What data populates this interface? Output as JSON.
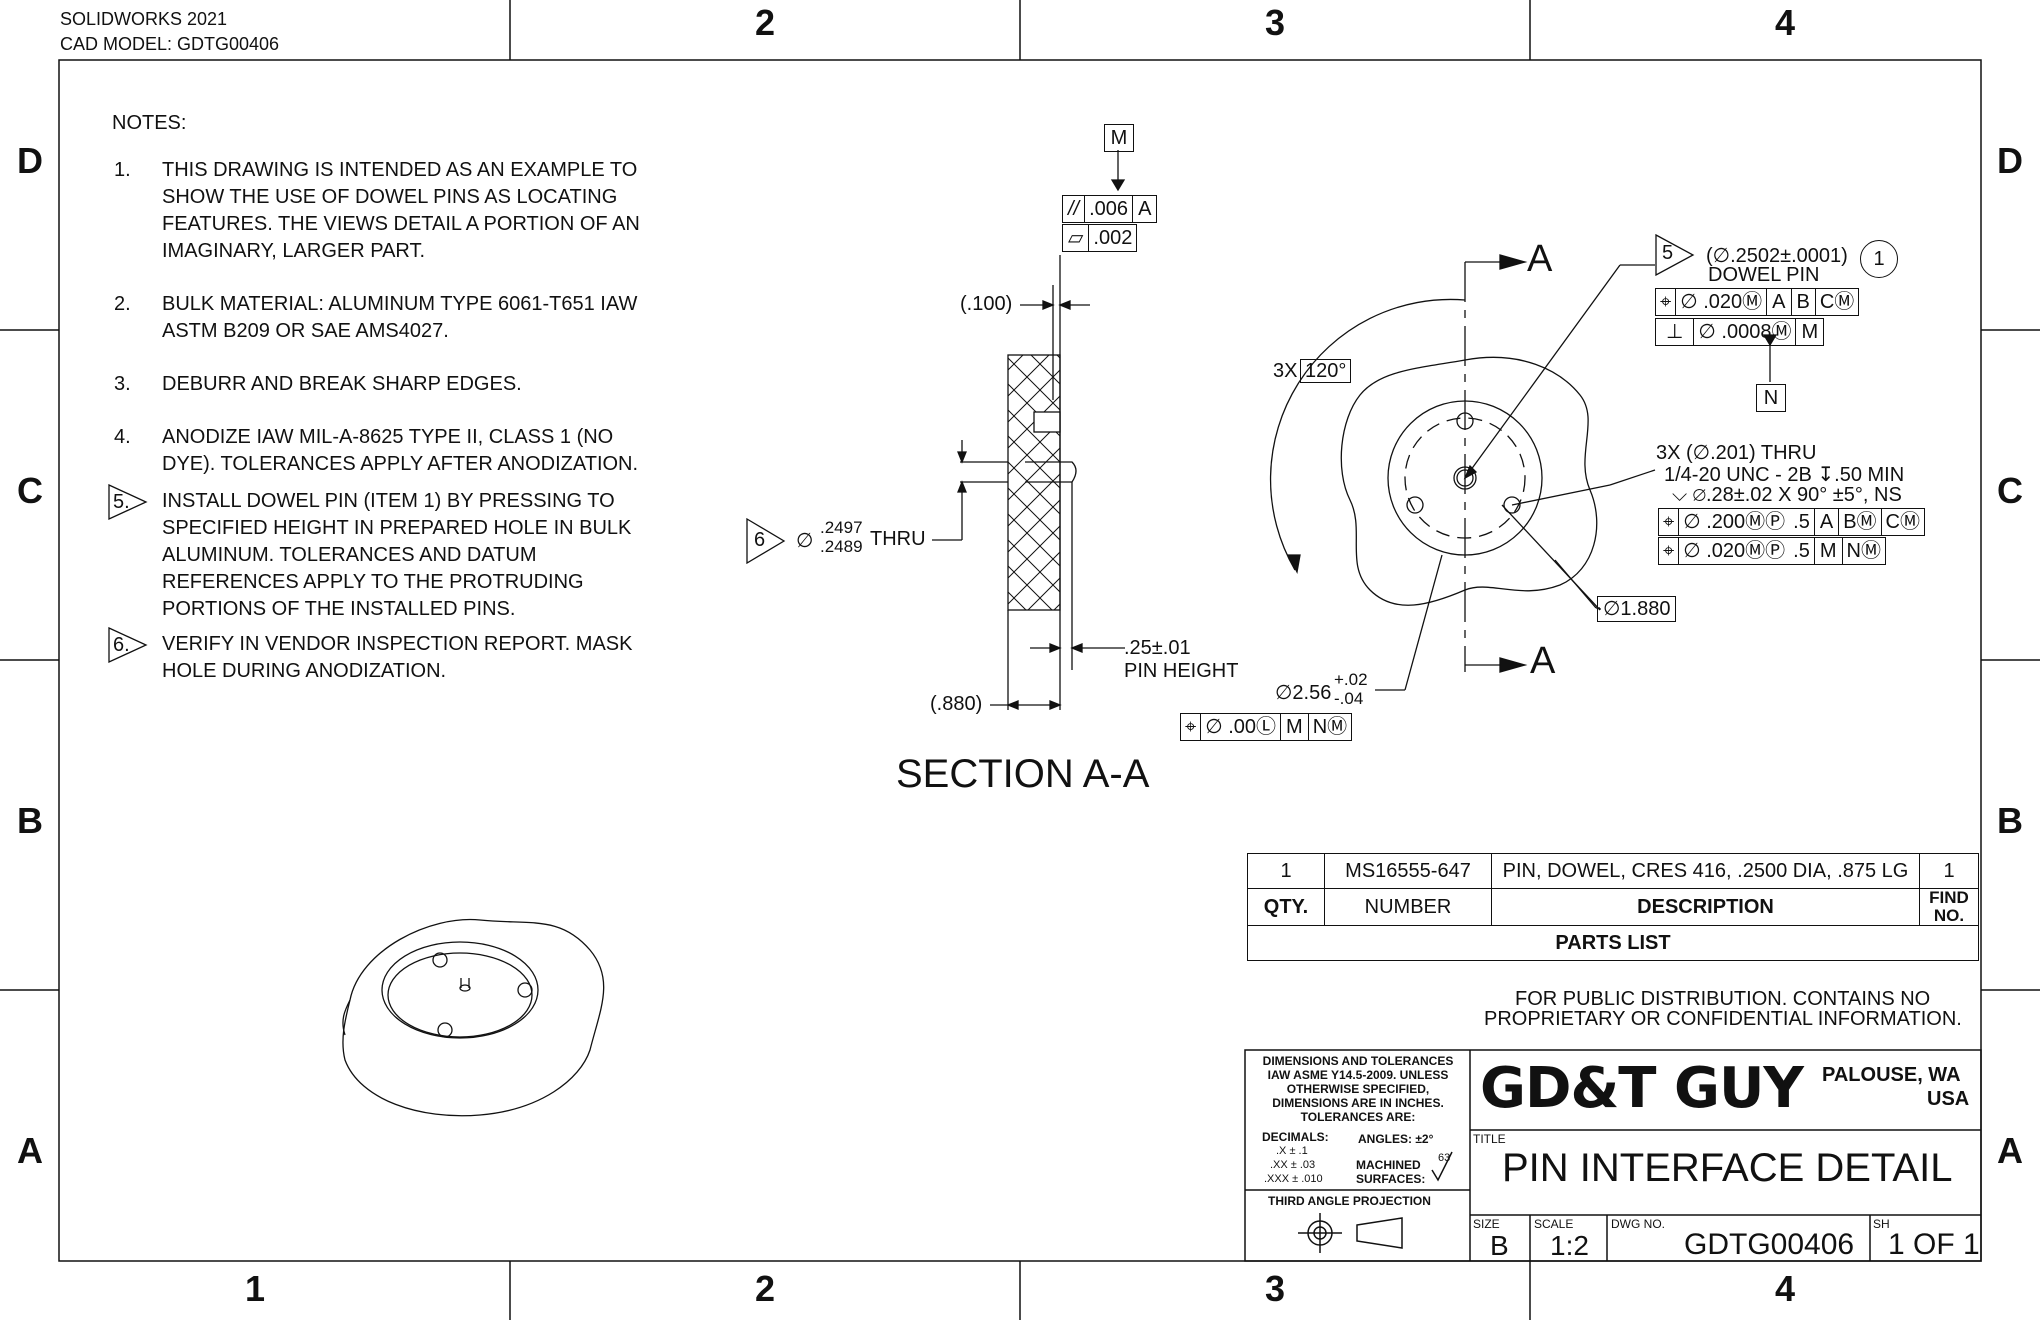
{
  "header": {
    "software": "SOLIDWORKS 2021",
    "cad_model": "CAD MODEL: GDTG00406"
  },
  "zones": {
    "columns": [
      "1",
      "2",
      "3",
      "4"
    ],
    "rows": [
      "D",
      "C",
      "B",
      "A"
    ]
  },
  "notes": {
    "title": "NOTES:",
    "items": [
      {
        "num": "1.",
        "flag": false,
        "text": "THIS DRAWING IS INTENDED AS AN EXAMPLE TO SHOW THE USE OF DOWEL PINS AS LOCATING FEATURES.  THE VIEWS DETAIL A PORTION OF AN IMAGINARY, LARGER PART."
      },
      {
        "num": "2.",
        "flag": false,
        "text": "BULK MATERIAL: ALUMINUM TYPE 6061-T651 IAW ASTM B209 OR SAE AMS4027."
      },
      {
        "num": "3.",
        "flag": false,
        "text": "DEBURR AND BREAK SHARP EDGES."
      },
      {
        "num": "4.",
        "flag": false,
        "text": "ANODIZE IAW MIL-A-8625 TYPE II, CLASS 1 (NO DYE).  TOLERANCES APPLY AFTER ANODIZATION."
      },
      {
        "num": "5.",
        "flag": true,
        "text": "INSTALL DOWEL PIN (ITEM 1) BY PRESSING TO SPECIFIED HEIGHT IN PREPARED HOLE IN BULK ALUMINUM.   TOLERANCES AND DATUM REFERENCES APPLY TO THE PROTRUDING PORTIONS OF THE INSTALLED PINS."
      },
      {
        "num": "6.",
        "flag": true,
        "text": "VERIFY IN VENDOR INSPECTION REPORT.  MASK HOLE DURING ANODIZATION."
      }
    ]
  },
  "section_view": {
    "title": "SECTION A-A",
    "datum_m": "M",
    "fcf_parallel": {
      "symbol": "//",
      "tol": ".006",
      "datum": "A"
    },
    "fcf_flatness": {
      "symbol": "▱",
      "tol": ".002"
    },
    "dim_100": "(.100)",
    "hole_flag": "6",
    "hole_diam_sym": "∅",
    "hole_upper": ".2497",
    "hole_lower": ".2489",
    "hole_thru": "THRU",
    "pin_height_val": ".25±.01",
    "pin_height_lbl": "PIN HEIGHT",
    "dim_880": "(.880)"
  },
  "top_view": {
    "section_letter": "A",
    "angle_count": "3X",
    "angle_val": "120°",
    "pin_flag": "5",
    "pin_callout": "(∅.2502±.0001)",
    "pin_name": "DOWEL PIN",
    "item_balloon": "1",
    "pin_fcf1": [
      "⌖",
      "∅ .020Ⓜ",
      "A",
      "B",
      "CⓂ"
    ],
    "pin_fcf2": [
      "⊥",
      "∅ .0008Ⓜ",
      "M"
    ],
    "datum_n": "N",
    "holes_callout_1": "3X (∅.201) THRU",
    "holes_callout_2": "1/4-20 UNC - 2B ↧.50 MIN",
    "holes_callout_3": "⌵ ∅.28±.02 X 90° ±5°, NS",
    "holes_fcf1": [
      "⌖",
      "∅ .200ⓂⓅ",
      ".5",
      "A",
      "BⓂ",
      "CⓂ"
    ],
    "holes_fcf2": [
      "⌖",
      "∅ .020ⓂⓅ",
      ".5",
      "M",
      "NⓂ"
    ],
    "bc_diam": "∅1.880",
    "bore_diam": "∅2.56",
    "bore_plus": "+.02",
    "bore_minus": "-.04",
    "bore_fcf": [
      "⌖",
      "∅ .00Ⓛ",
      "M",
      "NⓂ"
    ]
  },
  "parts_list": {
    "row": {
      "qty": "1",
      "number": "MS16555-647",
      "description": "PIN, DOWEL, CRES 416, .2500 DIA, .875 LG",
      "find": "1"
    },
    "headers": {
      "qty": "QTY.",
      "number": "NUMBER",
      "description": "DESCRIPTION",
      "find1": "FIND",
      "find2": "NO."
    },
    "title": "PARTS LIST"
  },
  "distribution": {
    "line1": "FOR PUBLIC DISTRIBUTION.  CONTAINS NO",
    "line2": "PROPRIETARY OR CONFIDENTIAL INFORMATION."
  },
  "title_block": {
    "tol_1": "DIMENSIONS AND TOLERANCES",
    "tol_2": "IAW ASME Y14.5-2009.  UNLESS",
    "tol_3": "OTHERWISE SPECIFIED,",
    "tol_4": "DIMENSIONS ARE IN INCHES.",
    "tol_5": "TOLERANCES ARE:",
    "decimals": "DECIMALS:",
    "dec_x": ".X ± .1",
    "dec_xx": ".XX ± .03",
    "dec_xxx": ".XXX ± .010",
    "angles": "ANGLES: ±2°",
    "machined": "MACHINED",
    "surfaces": "SURFACES:",
    "finish": "63",
    "projection": "THIRD ANGLE PROJECTION",
    "company": "GD&T GUY",
    "location1": "PALOUSE, WA",
    "location2": "USA",
    "title_lbl": "TITLE",
    "title": "PIN INTERFACE DETAIL",
    "size_lbl": "SIZE",
    "size": "B",
    "scale_lbl": "SCALE",
    "scale": "1:2",
    "dwg_lbl": "DWG NO.",
    "dwg": "GDTG00406",
    "sh_lbl": "SH",
    "sheet": "1 OF 1"
  }
}
